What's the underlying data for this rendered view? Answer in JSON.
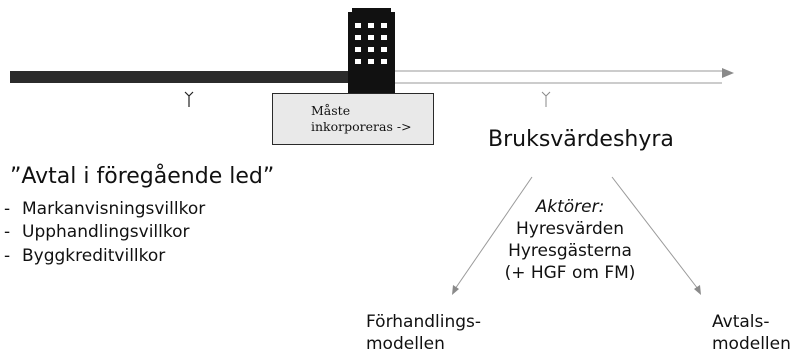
{
  "timeline": {
    "box_text": [
      "Måste",
      "inkorporeras ->"
    ]
  },
  "main": {
    "label": "Bruksvärdeshyra"
  },
  "previous_stage": {
    "title": "”Avtal i föregående led”",
    "items": [
      "Markanvisningsvillkor",
      "Upphandlingsvillkor",
      "Byggkreditvillkor"
    ]
  },
  "actors": {
    "heading": "Aktörer:",
    "lines": [
      "Hyresvärden",
      "Hyresgästerna",
      "(+ HGF om FM)"
    ]
  },
  "models": {
    "negotiation": [
      "Förhandlings-",
      "modellen"
    ],
    "agreement": [
      "Avtals-",
      "modellen"
    ]
  },
  "icons": [
    "building-icon"
  ],
  "colors": {
    "timeline_dark": "#2b2b2b",
    "arrow_gray": "#8a8a8a",
    "box_fill": "#e9e9e9"
  }
}
